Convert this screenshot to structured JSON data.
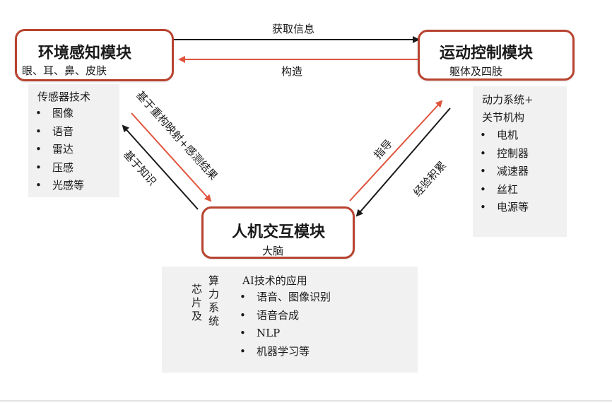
{
  "modules": {
    "env": {
      "title": "环境感知模块",
      "sub": "眼、耳、鼻、皮肤"
    },
    "motion": {
      "title": "运动控制模块",
      "sub": "躯体及四肢"
    },
    "hci": {
      "title": "人机交互模块",
      "sub": "大脑"
    }
  },
  "edges": {
    "get_info": "获取信息",
    "construct": "构造",
    "reconstruct": "基于重构映射+感测结果",
    "knowledge": "基于知识",
    "guide": "指导",
    "experience": "经验积累"
  },
  "panels": {
    "sensor": {
      "head": "传感器技术",
      "items": [
        "图像",
        "语音",
        "雷达",
        "压感",
        "光感等"
      ]
    },
    "power": {
      "head_line1": "动力系统+",
      "head_line2": "关节机构",
      "items": [
        "电机",
        "控制器",
        "减速器",
        "丝杠",
        "电源等"
      ]
    },
    "ai": {
      "chip_col1": "芯片及",
      "chip_col2": "算力系统",
      "head": "AI技术的应用",
      "items": [
        "语音、图像识别",
        "语音合成",
        "NLP",
        "机器学习等"
      ]
    }
  },
  "colors": {
    "accent": "#b8432f",
    "arrow_red": "#e0533c",
    "arrow_black": "#1a1a1a",
    "panel_bg": "#f1f1f1"
  }
}
